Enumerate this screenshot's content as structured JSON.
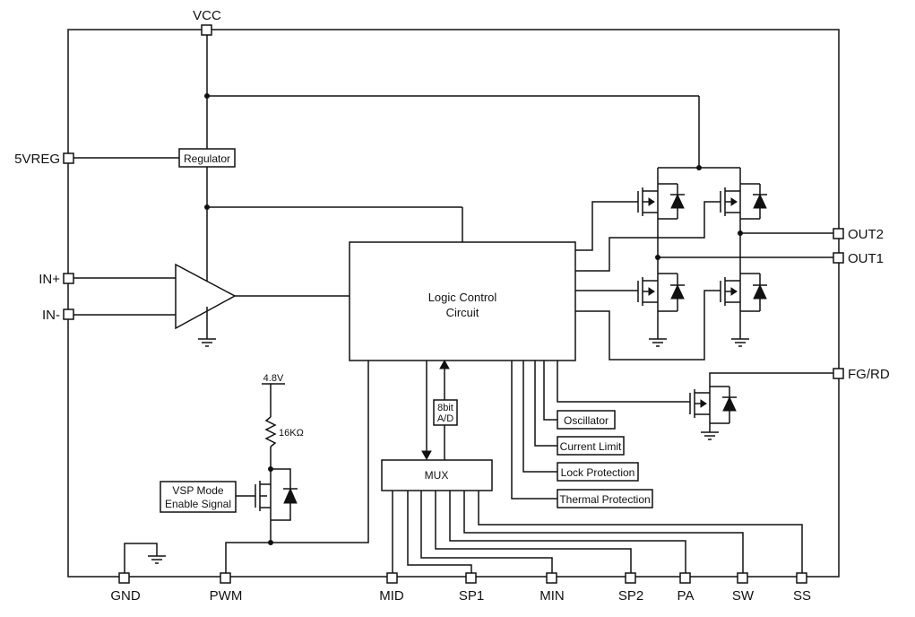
{
  "pins": {
    "vcc": "VCC",
    "vreg": "5VREG",
    "in_plus": "IN+",
    "in_minus": "IN-",
    "out2": "OUT2",
    "out1": "OUT1",
    "fg_rd": "FG/RD",
    "gnd": "GND",
    "pwm": "PWM",
    "mid": "MID",
    "sp1": "SP1",
    "min": "MIN",
    "sp2": "SP2",
    "pa": "PA",
    "sw": "SW",
    "ss": "SS"
  },
  "blocks": {
    "regulator": "Regulator",
    "logic_line1": "Logic Control",
    "logic_line2": "Circuit",
    "mux": "MUX",
    "adc_line1": "8bit",
    "adc_line2": "A/D",
    "oscillator": "Oscillator",
    "current_limit": "Current Limit",
    "lock_protection": "Lock Protection",
    "thermal_protection": "Thermal Protection",
    "vsp_line1": "VSP Mode",
    "vsp_line2": "Enable Signal"
  },
  "values": {
    "supply": "4.8V",
    "resistor": "16KΩ"
  }
}
